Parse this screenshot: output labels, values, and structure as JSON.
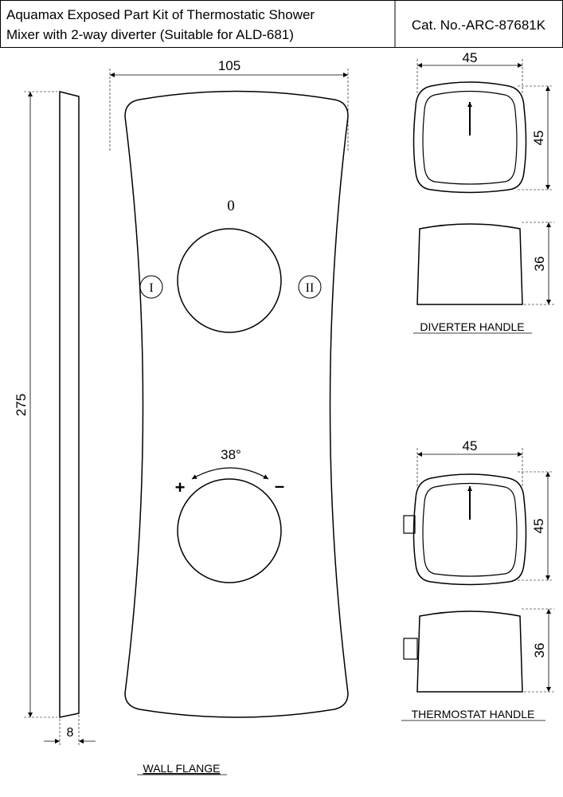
{
  "title_block": {
    "title_line1": "Aquamax Exposed Part Kit of Thermostatic Shower",
    "title_line2": "Mixer with 2-way diverter (Suitable for ALD-681)",
    "catalog_no": "Cat. No.-ARC-87681K"
  },
  "wall_flange": {
    "label": "WALL FLANGE",
    "width_dim": "105",
    "height_dim": "275",
    "thickness_dim": "8",
    "position_off": "0",
    "position_1": "I",
    "position_2": "II",
    "angle": "38°",
    "plus": "+",
    "minus": "–"
  },
  "diverter_handle": {
    "label": "DIVERTER HANDLE",
    "width_dim": "45",
    "height_dim": "45",
    "depth_dim": "36"
  },
  "thermostat_handle": {
    "label": "THERMOSTAT HANDLE",
    "width_dim": "45",
    "height_dim": "45",
    "depth_dim": "36"
  }
}
